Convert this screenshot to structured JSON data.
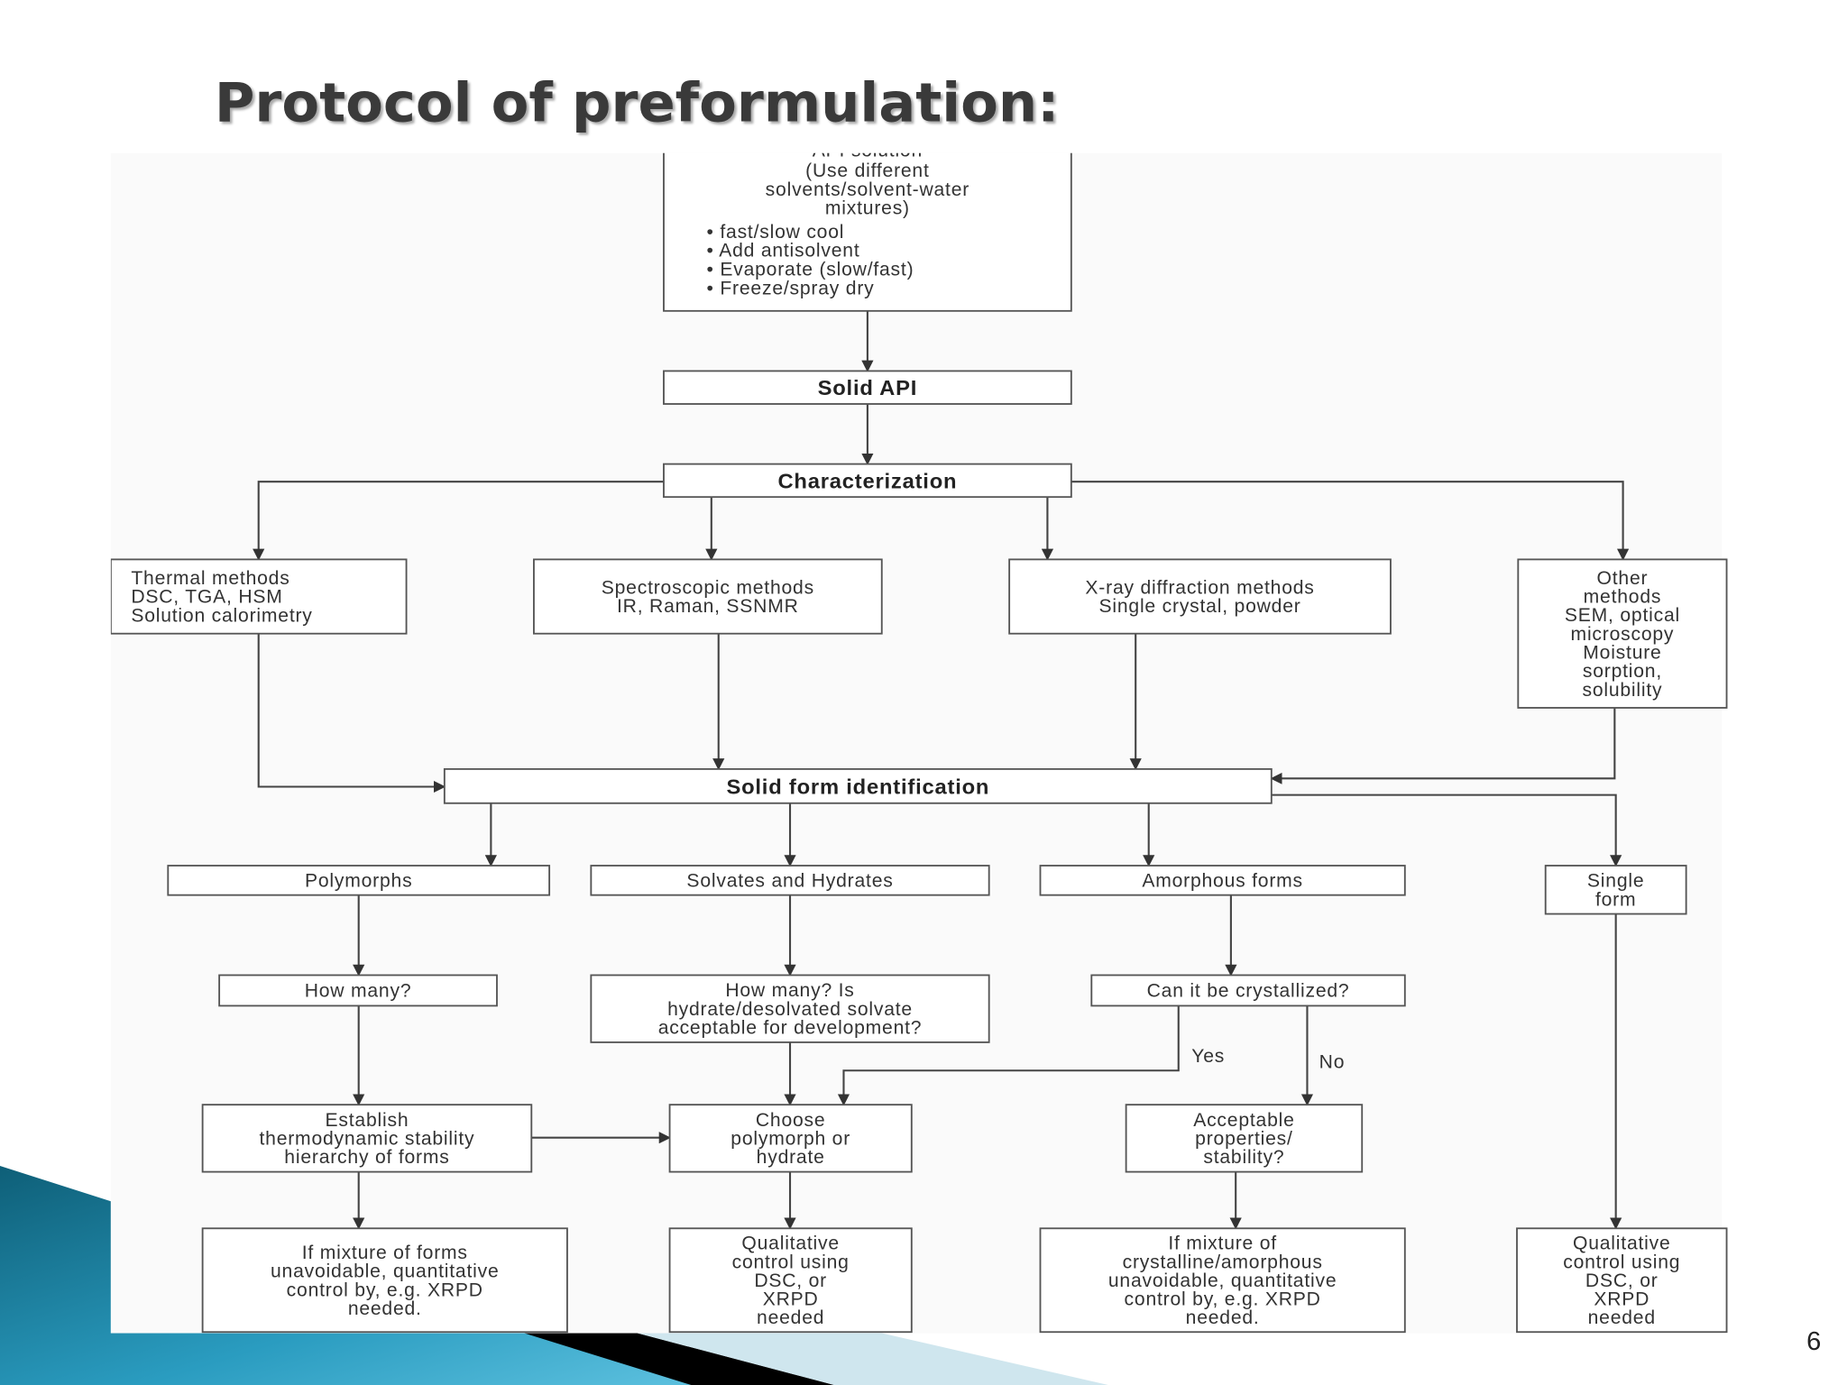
{
  "slide": {
    "title": "Protocol of preformulation:",
    "page_number": "6",
    "colors": {
      "accent_teal": "#1a7f9c",
      "accent_light": "#cfe6ee",
      "accent_dark": "#000000"
    }
  },
  "diagram": {
    "api_solution": {
      "heading": "API solution",
      "lines": [
        "(Use different",
        "solvents/solvent-water",
        "mixtures)"
      ],
      "bullets": [
        "•  fast/slow cool",
        "• Add antisolvent",
        "• Evaporate (slow/fast)",
        "• Freeze/spray dry"
      ]
    },
    "boxes": {
      "solid_api": [
        "Solid API"
      ],
      "characterization": [
        "Characterization"
      ],
      "thermal": [
        "Thermal methods",
        "DSC, TGA, HSM",
        "Solution calorimetry"
      ],
      "spectro": [
        "Spectroscopic methods",
        "IR, Raman, SSNMR"
      ],
      "xray": [
        "X-ray diffraction methods",
        "Single crystal, powder"
      ],
      "other": [
        "Other",
        "methods",
        "SEM, optical",
        "microscopy",
        "Moisture",
        "sorption,",
        "solubility"
      ],
      "solid_form": [
        "Solid form identification"
      ],
      "polymorphs": [
        "Polymorphs"
      ],
      "solvates": [
        "Solvates and Hydrates"
      ],
      "amorphous": [
        "Amorphous forms"
      ],
      "single": [
        "Single",
        "form"
      ],
      "howmany1": [
        "How many?"
      ],
      "howmany2": [
        "How many? Is",
        "hydrate/desolvated solvate",
        "acceptable for development?"
      ],
      "crystallize": [
        "Can it be crystallized?"
      ],
      "establish": [
        "Establish",
        "thermodynamic stability",
        "hierarchy of forms"
      ],
      "choose": [
        "Choose",
        "polymorph or",
        "hydrate"
      ],
      "acceptable": [
        "Acceptable",
        "properties/",
        "stability?"
      ],
      "mix1": [
        "If mixture of forms",
        "unavoidable, quantitative",
        "control by, e.g. XRPD",
        "needed."
      ],
      "qual1": [
        "Qualitative",
        "control using",
        "DSC, or",
        "XRPD",
        "needed"
      ],
      "mix2": [
        "If mixture of",
        "crystalline/amorphous",
        "unavoidable, quantitative",
        "control by, e.g. XRPD",
        "needed."
      ],
      "qual2": [
        "Qualitative",
        "control using",
        "DSC, or",
        "XRPD",
        "needed"
      ]
    },
    "labels": {
      "yes": "Yes",
      "no": "No"
    }
  }
}
